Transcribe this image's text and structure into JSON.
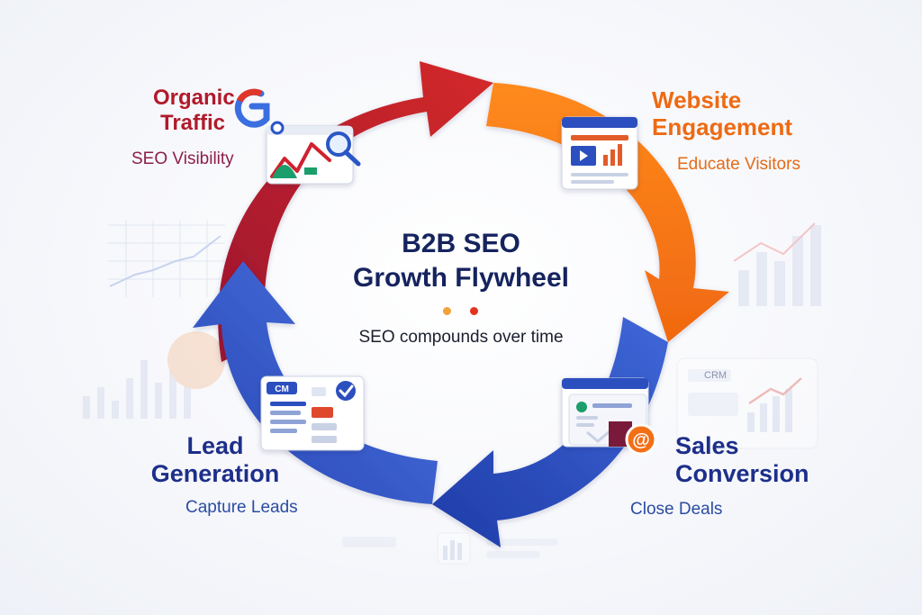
{
  "title": {
    "line1": "B2B SEO",
    "line2": "Growth Flywheel"
  },
  "subtitle": "SEO compounds over time",
  "colors": {
    "red": "#b11a2b",
    "orange": "#f07a12",
    "blue": "#2346b8",
    "navy": "#15235e",
    "dot_orange": "#f2a23a",
    "dot_red": "#e3331e"
  },
  "stages": {
    "traffic": {
      "title_line1": "Organic",
      "title_line2": "Traffic",
      "caption": "SEO Visibility",
      "icon": "search-analytics-icon",
      "badge": "G"
    },
    "engagement": {
      "title_line1": "Website",
      "title_line2": "Engagement",
      "caption": "Educate Visitors",
      "icon": "website-content-icon"
    },
    "leads": {
      "title_line1": "Lead",
      "title_line2": "Generation",
      "caption": "Capture Leads",
      "icon": "lead-form-icon",
      "badge": "CM"
    },
    "sales": {
      "title_line1": "Sales",
      "title_line2": "Conversion",
      "caption": "Close Deals",
      "icon": "email-conversion-icon",
      "badge": "@"
    }
  },
  "background": {
    "crm_tag": "CRM"
  }
}
